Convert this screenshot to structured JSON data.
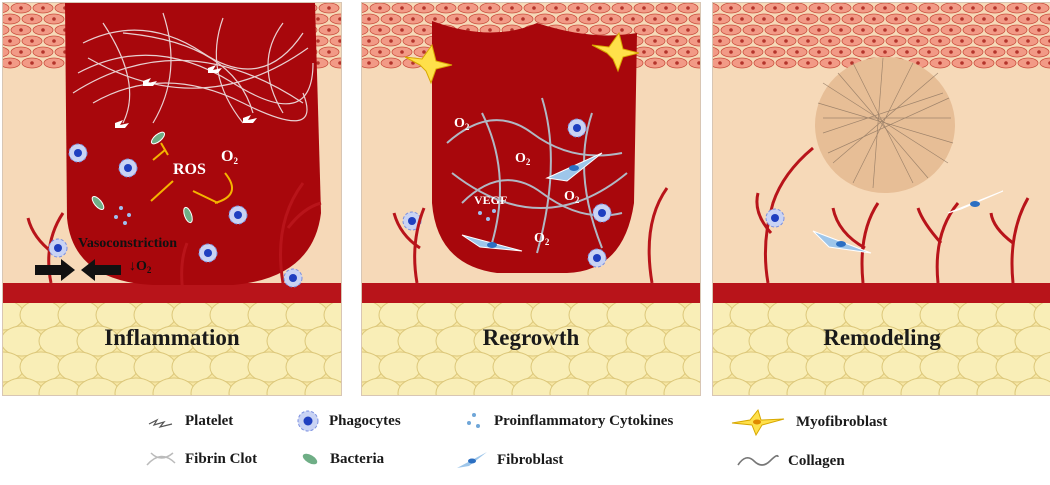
{
  "panels": [
    {
      "title": "Inflammation",
      "labels": {
        "ros": "ROS",
        "o2": "O",
        "o2_sub": "2",
        "vasoconstriction": "Vasoconstriction",
        "low_o2_arrow": "↓O",
        "low_o2_sub": "2"
      }
    },
    {
      "title": "Regrowth",
      "labels": {
        "vegf": "VEGF",
        "o2": "O",
        "o2_sub": "2"
      }
    },
    {
      "title": "Remodeling",
      "labels": {}
    }
  ],
  "legend": [
    {
      "icon": "platelet-icon",
      "label": "Platelet"
    },
    {
      "icon": "fibrin-clot-icon",
      "label": "Fibrin Clot"
    },
    {
      "icon": "phagocyte-icon",
      "label": "Phagocytes"
    },
    {
      "icon": "bacteria-icon",
      "label": "Bacteria"
    },
    {
      "icon": "cytokine-dots-icon",
      "label": "Proinflammatory Cytokines"
    },
    {
      "icon": "fibroblast-icon",
      "label": "Fibroblast"
    },
    {
      "icon": "myofibroblast-icon",
      "label": "Myofibroblast"
    },
    {
      "icon": "collagen-icon",
      "label": "Collagen"
    }
  ],
  "colors": {
    "blood": "#a8070c",
    "vessel": "#b8141a",
    "skin_bg": "#f6d9b8",
    "epidermis_cell": "#f29a86",
    "fat": "#f7e7a4",
    "phagocyte": "#7a8fe0",
    "fibroblast": "#9ec6ea",
    "myofibroblast": "#ffe04a",
    "bacteria": "#6fae86"
  }
}
